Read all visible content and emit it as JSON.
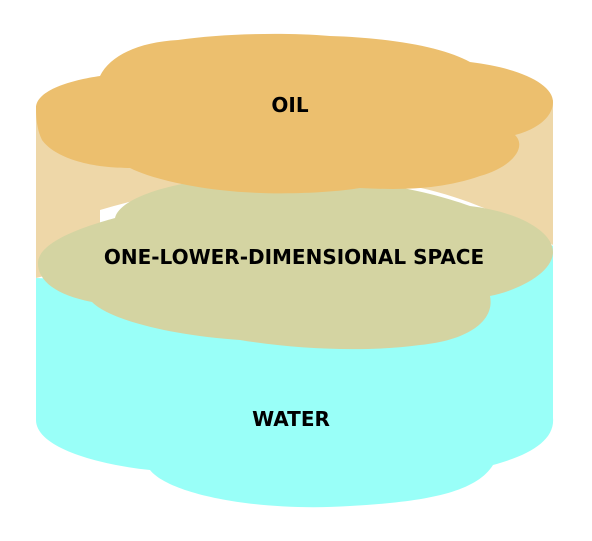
{
  "labels": {
    "oil": "OIL",
    "interface": "ONE-LOWER-DIMENSIONAL SPACE",
    "water": "WATER"
  },
  "colors": {
    "oil_top": "#ECBF6E",
    "oil_side": "#EED7A8",
    "interface": "#D4D4A2",
    "water": "#99FFF8",
    "text": "#000000"
  }
}
